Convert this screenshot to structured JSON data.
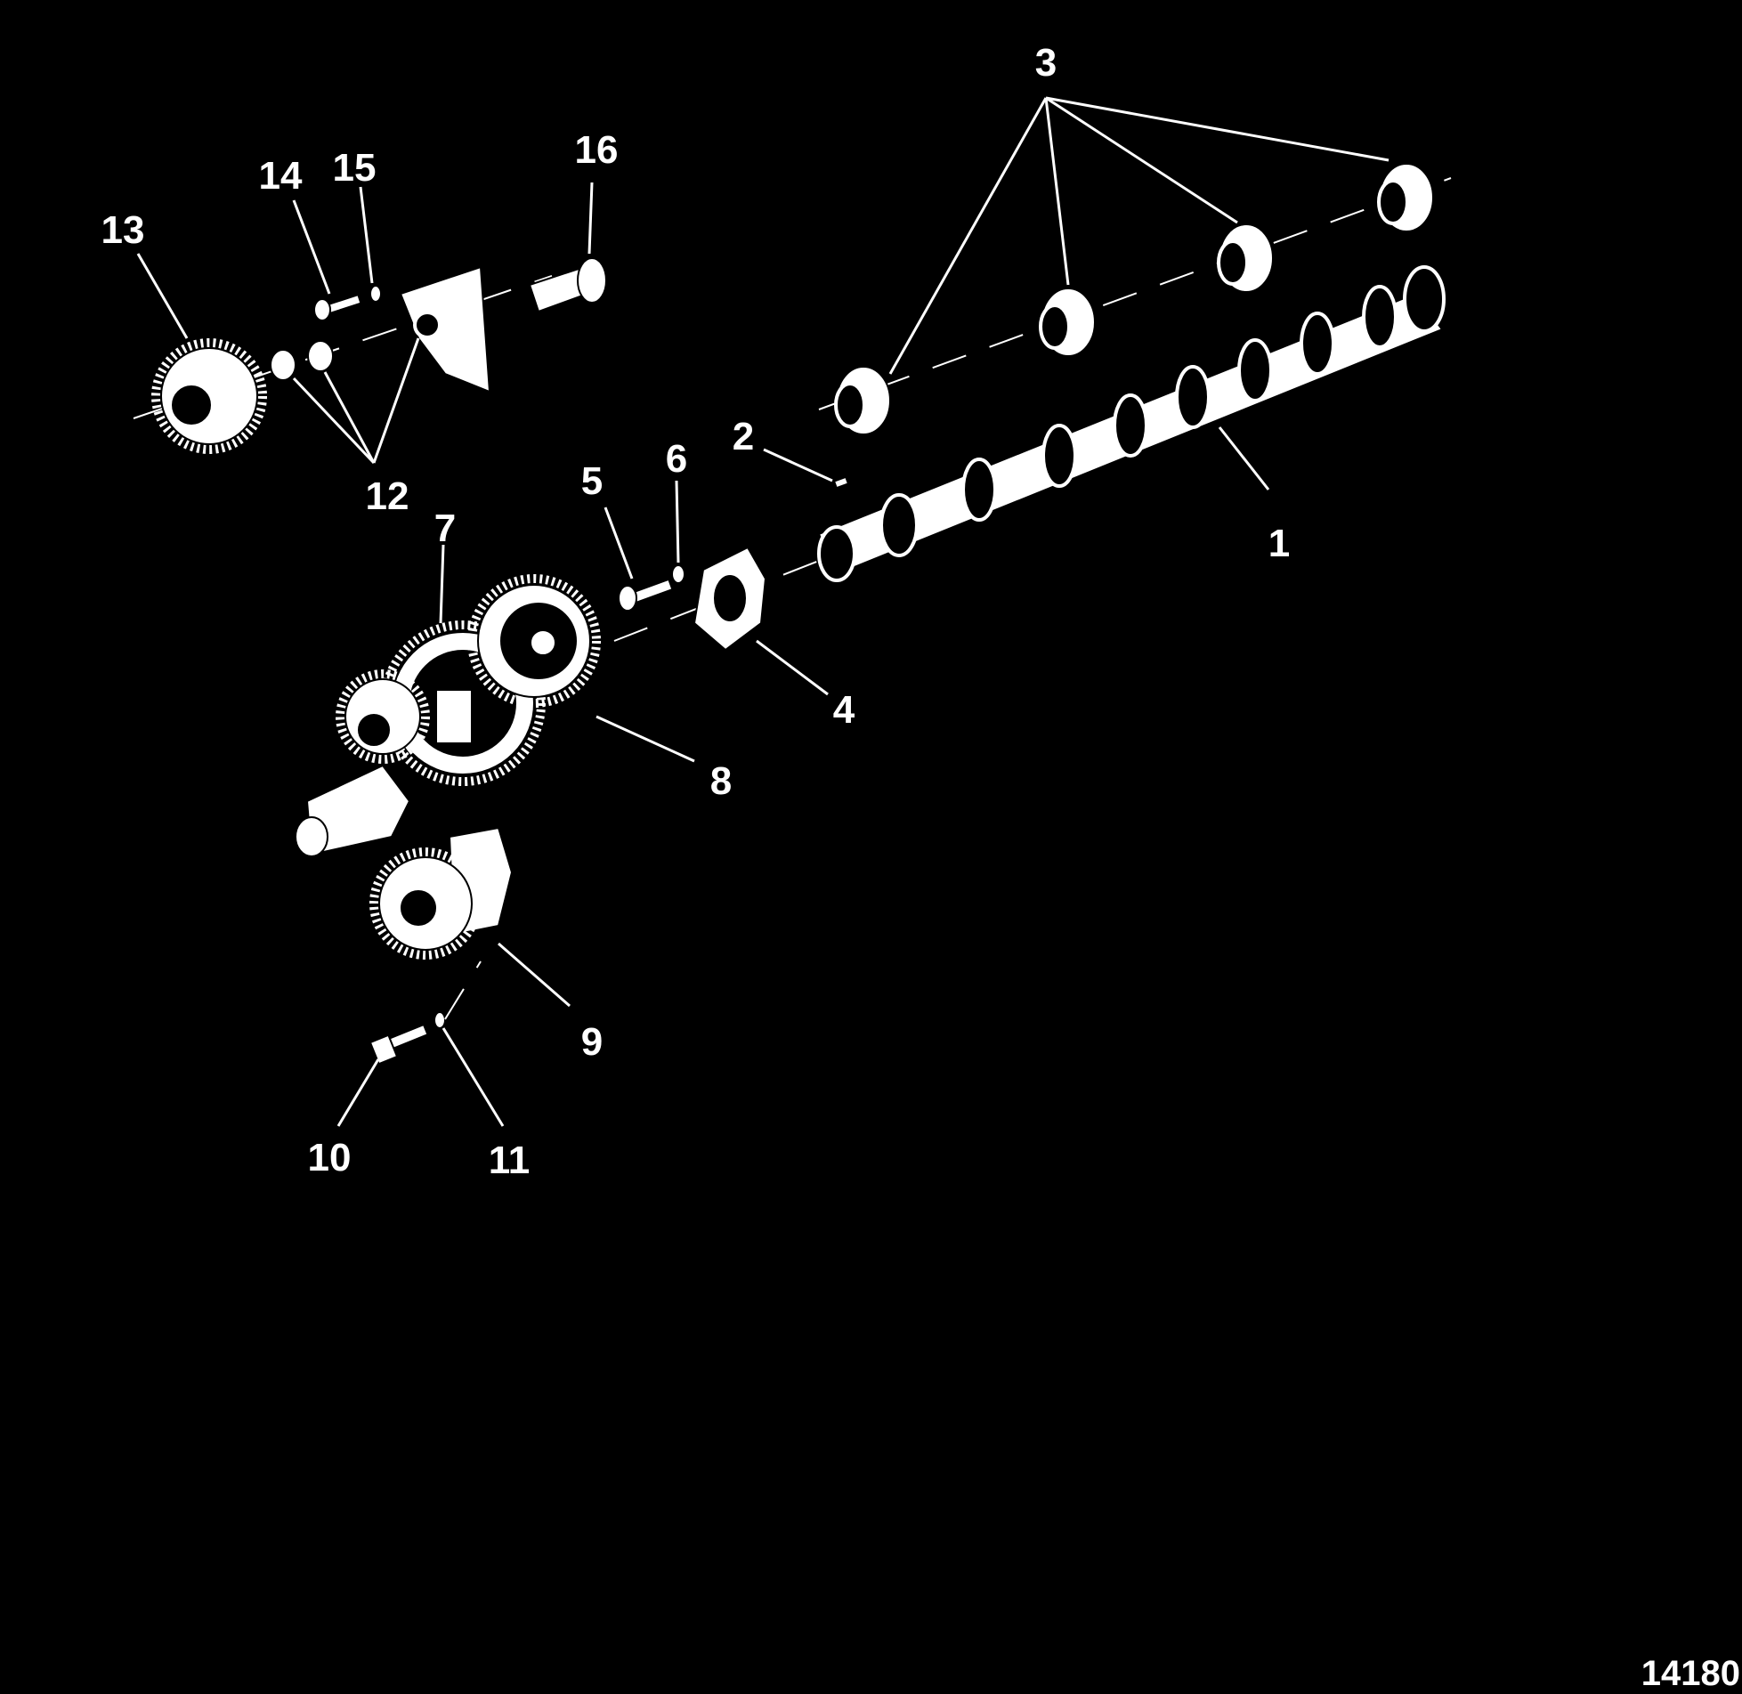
{
  "figure_id": "14180",
  "callouts": {
    "c1": "1",
    "c2": "2",
    "c3": "3",
    "c4": "4",
    "c5": "5",
    "c6": "6",
    "c7": "7",
    "c8": "8",
    "c9": "9",
    "c10": "10",
    "c11": "11",
    "c12": "12",
    "c13": "13",
    "c14": "14",
    "c15": "15",
    "c16": "16"
  },
  "colors": {
    "background": "#000000",
    "ink": "#ffffff"
  }
}
